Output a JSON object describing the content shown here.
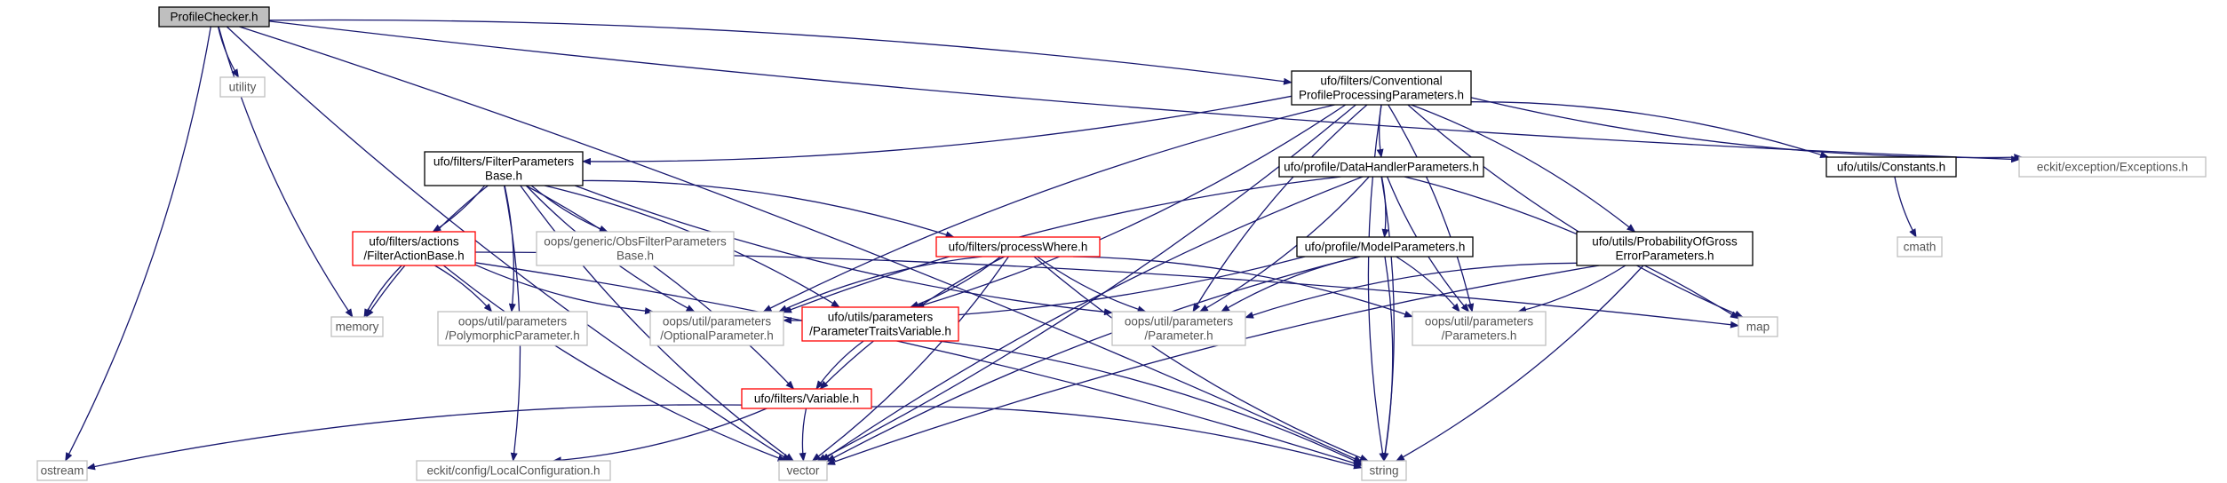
{
  "diagram": {
    "title": "",
    "colors": {
      "edge": "#191970",
      "root_fill": "#bfbfbf",
      "documented_border": "#000000",
      "incomplete_border": "#ff0000",
      "external_border": "#bfbfbf"
    },
    "nodes": {
      "profile_checker": {
        "label": "ProfileChecker.h",
        "kind": "root"
      },
      "utility": {
        "label": "utility",
        "kind": "external"
      },
      "conventional": {
        "label": "ufo/filters/Conventional\nProfileProcessingParameters.h",
        "kind": "documented"
      },
      "filter_params_base": {
        "label": "ufo/filters/FilterParameters\nBase.h",
        "kind": "documented"
      },
      "data_handler": {
        "label": "ufo/profile/DataHandlerParameters.h",
        "kind": "documented"
      },
      "constants": {
        "label": "ufo/utils/Constants.h",
        "kind": "documented"
      },
      "exceptions": {
        "label": "eckit/exception/Exceptions.h",
        "kind": "external"
      },
      "cmath": {
        "label": "cmath",
        "kind": "external"
      },
      "filter_action_base": {
        "label": "ufo/filters/actions\n/FilterActionBase.h",
        "kind": "incomplete"
      },
      "obs_filter_params": {
        "label": "oops/generic/ObsFilterParameters\nBase.h",
        "kind": "external"
      },
      "process_where": {
        "label": "ufo/filters/processWhere.h",
        "kind": "incomplete"
      },
      "model_params": {
        "label": "ufo/profile/ModelParameters.h",
        "kind": "documented"
      },
      "prob_gross": {
        "label": "ufo/utils/ProbabilityOfGross\nErrorParameters.h",
        "kind": "documented"
      },
      "memory": {
        "label": "memory",
        "kind": "external"
      },
      "polymorphic_param": {
        "label": "oops/util/parameters\n/PolymorphicParameter.h",
        "kind": "external"
      },
      "optional_param": {
        "label": "oops/util/parameters\n/OptionalParameter.h",
        "kind": "external"
      },
      "param_traits_var": {
        "label": "ufo/utils/parameters\n/ParameterTraitsVariable.h",
        "kind": "incomplete"
      },
      "parameter": {
        "label": "oops/util/parameters\n/Parameter.h",
        "kind": "external"
      },
      "parameters": {
        "label": "oops/util/parameters\n/Parameters.h",
        "kind": "external"
      },
      "map": {
        "label": "map",
        "kind": "external"
      },
      "variable": {
        "label": "ufo/filters/Variable.h",
        "kind": "incomplete"
      },
      "ostream": {
        "label": "ostream",
        "kind": "external"
      },
      "local_config": {
        "label": "eckit/config/LocalConfiguration.h",
        "kind": "external"
      },
      "vector": {
        "label": "vector",
        "kind": "external"
      },
      "string": {
        "label": "string",
        "kind": "external"
      }
    },
    "edges": [
      [
        "profile_checker",
        "utility"
      ],
      [
        "profile_checker",
        "conventional"
      ],
      [
        "profile_checker",
        "memory"
      ],
      [
        "profile_checker",
        "ostream"
      ],
      [
        "profile_checker",
        "vector"
      ],
      [
        "profile_checker",
        "string"
      ],
      [
        "profile_checker",
        "exceptions"
      ],
      [
        "conventional",
        "filter_params_base"
      ],
      [
        "conventional",
        "data_handler"
      ],
      [
        "conventional",
        "constants"
      ],
      [
        "conventional",
        "exceptions"
      ],
      [
        "conventional",
        "prob_gross"
      ],
      [
        "conventional",
        "optional_param"
      ],
      [
        "conventional",
        "param_traits_var"
      ],
      [
        "conventional",
        "parameter"
      ],
      [
        "conventional",
        "parameters"
      ],
      [
        "conventional",
        "map"
      ],
      [
        "conventional",
        "vector"
      ],
      [
        "conventional",
        "string"
      ],
      [
        "filter_params_base",
        "filter_action_base"
      ],
      [
        "filter_params_base",
        "obs_filter_params"
      ],
      [
        "filter_params_base",
        "process_where"
      ],
      [
        "filter_params_base",
        "memory"
      ],
      [
        "filter_params_base",
        "polymorphic_param"
      ],
      [
        "filter_params_base",
        "optional_param"
      ],
      [
        "filter_params_base",
        "param_traits_var"
      ],
      [
        "filter_params_base",
        "parameter"
      ],
      [
        "filter_params_base",
        "variable"
      ],
      [
        "filter_params_base",
        "vector"
      ],
      [
        "filter_params_base",
        "local_config"
      ],
      [
        "filter_action_base",
        "memory"
      ],
      [
        "filter_action_base",
        "polymorphic_param"
      ],
      [
        "filter_action_base",
        "optional_param"
      ],
      [
        "filter_action_base",
        "map"
      ],
      [
        "filter_action_base",
        "vector"
      ],
      [
        "filter_action_base",
        "string"
      ],
      [
        "process_where",
        "optional_param"
      ],
      [
        "process_where",
        "param_traits_var"
      ],
      [
        "process_where",
        "parameter"
      ],
      [
        "process_where",
        "parameters"
      ],
      [
        "process_where",
        "variable"
      ],
      [
        "process_where",
        "vector"
      ],
      [
        "process_where",
        "string"
      ],
      [
        "data_handler",
        "model_params"
      ],
      [
        "data_handler",
        "optional_param"
      ],
      [
        "data_handler",
        "parameter"
      ],
      [
        "data_handler",
        "parameters"
      ],
      [
        "data_handler",
        "map"
      ],
      [
        "data_handler",
        "vector"
      ],
      [
        "data_handler",
        "string"
      ],
      [
        "constants",
        "cmath"
      ],
      [
        "model_params",
        "optional_param"
      ],
      [
        "model_params",
        "parameter"
      ],
      [
        "model_params",
        "parameters"
      ],
      [
        "model_params",
        "vector"
      ],
      [
        "model_params",
        "string"
      ],
      [
        "prob_gross",
        "parameter"
      ],
      [
        "prob_gross",
        "parameters"
      ],
      [
        "prob_gross",
        "vector"
      ],
      [
        "prob_gross",
        "string"
      ],
      [
        "param_traits_var",
        "variable"
      ],
      [
        "param_traits_var",
        "string"
      ],
      [
        "variable",
        "ostream"
      ],
      [
        "variable",
        "local_config"
      ],
      [
        "variable",
        "vector"
      ],
      [
        "variable",
        "string"
      ]
    ]
  }
}
